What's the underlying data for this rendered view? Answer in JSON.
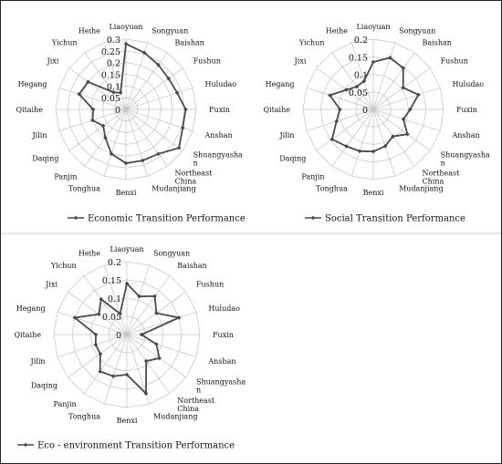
{
  "chart_data": [
    {
      "type": "radar",
      "categories": [
        "Liaoyuan",
        "Songyuan",
        "Baishan",
        "Fushun",
        "Huludao",
        "Fuxin",
        "Anshan",
        "Shuangyashan",
        "Northeast China",
        "Mudanjiang",
        "Benxi",
        "Tonghua",
        "Panjin",
        "Daqing",
        "Jilin",
        "Qitaihe",
        "Hegang",
        "Jixi",
        "Yichun",
        "Heihe"
      ],
      "category_labels": [
        "Liaoyuan",
        "Songyuan",
        "Baishan",
        "Fushun",
        "Huludao",
        "Fuxin",
        "Anshan",
        "Shuangyasha|n",
        "Northeast|China",
        "Mudanjiang",
        "Benxi",
        "Tonghua",
        "Panjin",
        "Daqing",
        "Jilin",
        "Qitaihe",
        "Hegang",
        "Jixi",
        "Yichun",
        "Heihe"
      ],
      "ticks": [
        "0",
        "0.05",
        "0.1",
        "0.15",
        "0.2",
        "0.25",
        "0.3"
      ],
      "rmax": 0.3,
      "series": [
        {
          "name": "Economic Transition Performance",
          "values": [
            0.28,
            0.255,
            0.235,
            0.225,
            0.23,
            0.255,
            0.255,
            0.28,
            0.235,
            0.23,
            0.23,
            0.2,
            0.15,
            0.12,
            0.15,
            0.14,
            0.21,
            0.2,
            0.09,
            0.075
          ]
        }
      ]
    },
    {
      "type": "radar",
      "categories": [
        "Liaoyuan",
        "Songyuan",
        "Baishan",
        "Fushun",
        "Huludao",
        "Fuxin",
        "Anshan",
        "Shuangyashan",
        "Northeast China",
        "Mudanjiang",
        "Benxi",
        "Tonghua",
        "Panjin",
        "Daqing",
        "Jilin",
        "Qitaihe",
        "Hegang",
        "Jixi",
        "Yichun",
        "Heihe"
      ],
      "category_labels": [
        "Liaoyuan",
        "Songyuan",
        "Baishan",
        "Fushun",
        "Huludao",
        "Fuxin",
        "Anshan",
        "Shuangyasha|n",
        "Northeast|China",
        "Mudanjiang",
        "Benxi",
        "Tonghua",
        "Panjin",
        "Daqing",
        "Jilin",
        "Qitaihe",
        "Hegang",
        "Jixi",
        "Yichun",
        "Heihe"
      ],
      "ticks": [
        "0",
        "0.05",
        "0.1",
        "0.15",
        "0.2"
      ],
      "rmax": 0.2,
      "series": [
        {
          "name": "Social Transition Performance",
          "values": [
            0.135,
            0.155,
            0.145,
            0.105,
            0.135,
            0.105,
            0.09,
            0.12,
            0.095,
            0.11,
            0.12,
            0.125,
            0.13,
            0.145,
            0.11,
            0.095,
            0.13,
            0.095,
            0.08,
            0.085
          ]
        }
      ]
    },
    {
      "type": "radar",
      "categories": [
        "Liaoyuan",
        "Songyuan",
        "Baishan",
        "Fushun",
        "Huludao",
        "Fuxin",
        "Anshan",
        "Shuangyashan",
        "Northeast China",
        "Mudanjiang",
        "Benxi",
        "Tonghua",
        "Panjin",
        "Daqing",
        "Jilin",
        "Qitaihe",
        "Hegang",
        "Jixi",
        "Yichun",
        "Heihe"
      ],
      "category_labels": [
        "Liaoyuan",
        "Songyuan",
        "Baishan",
        "Fushun",
        "Huludao",
        "Fuxin",
        "Anshan",
        "Shuangyasha|n",
        "Northeast|China",
        "Mudanjiang",
        "Benxi",
        "Tonghua",
        "Panjin",
        "Daqing",
        "Jilin",
        "Qitaihe",
        "Hegang",
        "Jixi",
        "Yichun",
        "Heihe"
      ],
      "ticks": [
        "0",
        "0.05",
        "0.1",
        "0.15",
        "0.2"
      ],
      "rmax": 0.2,
      "series": [
        {
          "name": "Eco - environment Transition Performance",
          "values": [
            0.14,
            0.11,
            0.13,
            0.1,
            0.15,
            0.04,
            0.085,
            0.11,
            0.09,
            0.17,
            0.11,
            0.12,
            0.125,
            0.09,
            0.09,
            0.085,
            0.15,
            0.095,
            0.12,
            0.06
          ]
        }
      ]
    }
  ]
}
